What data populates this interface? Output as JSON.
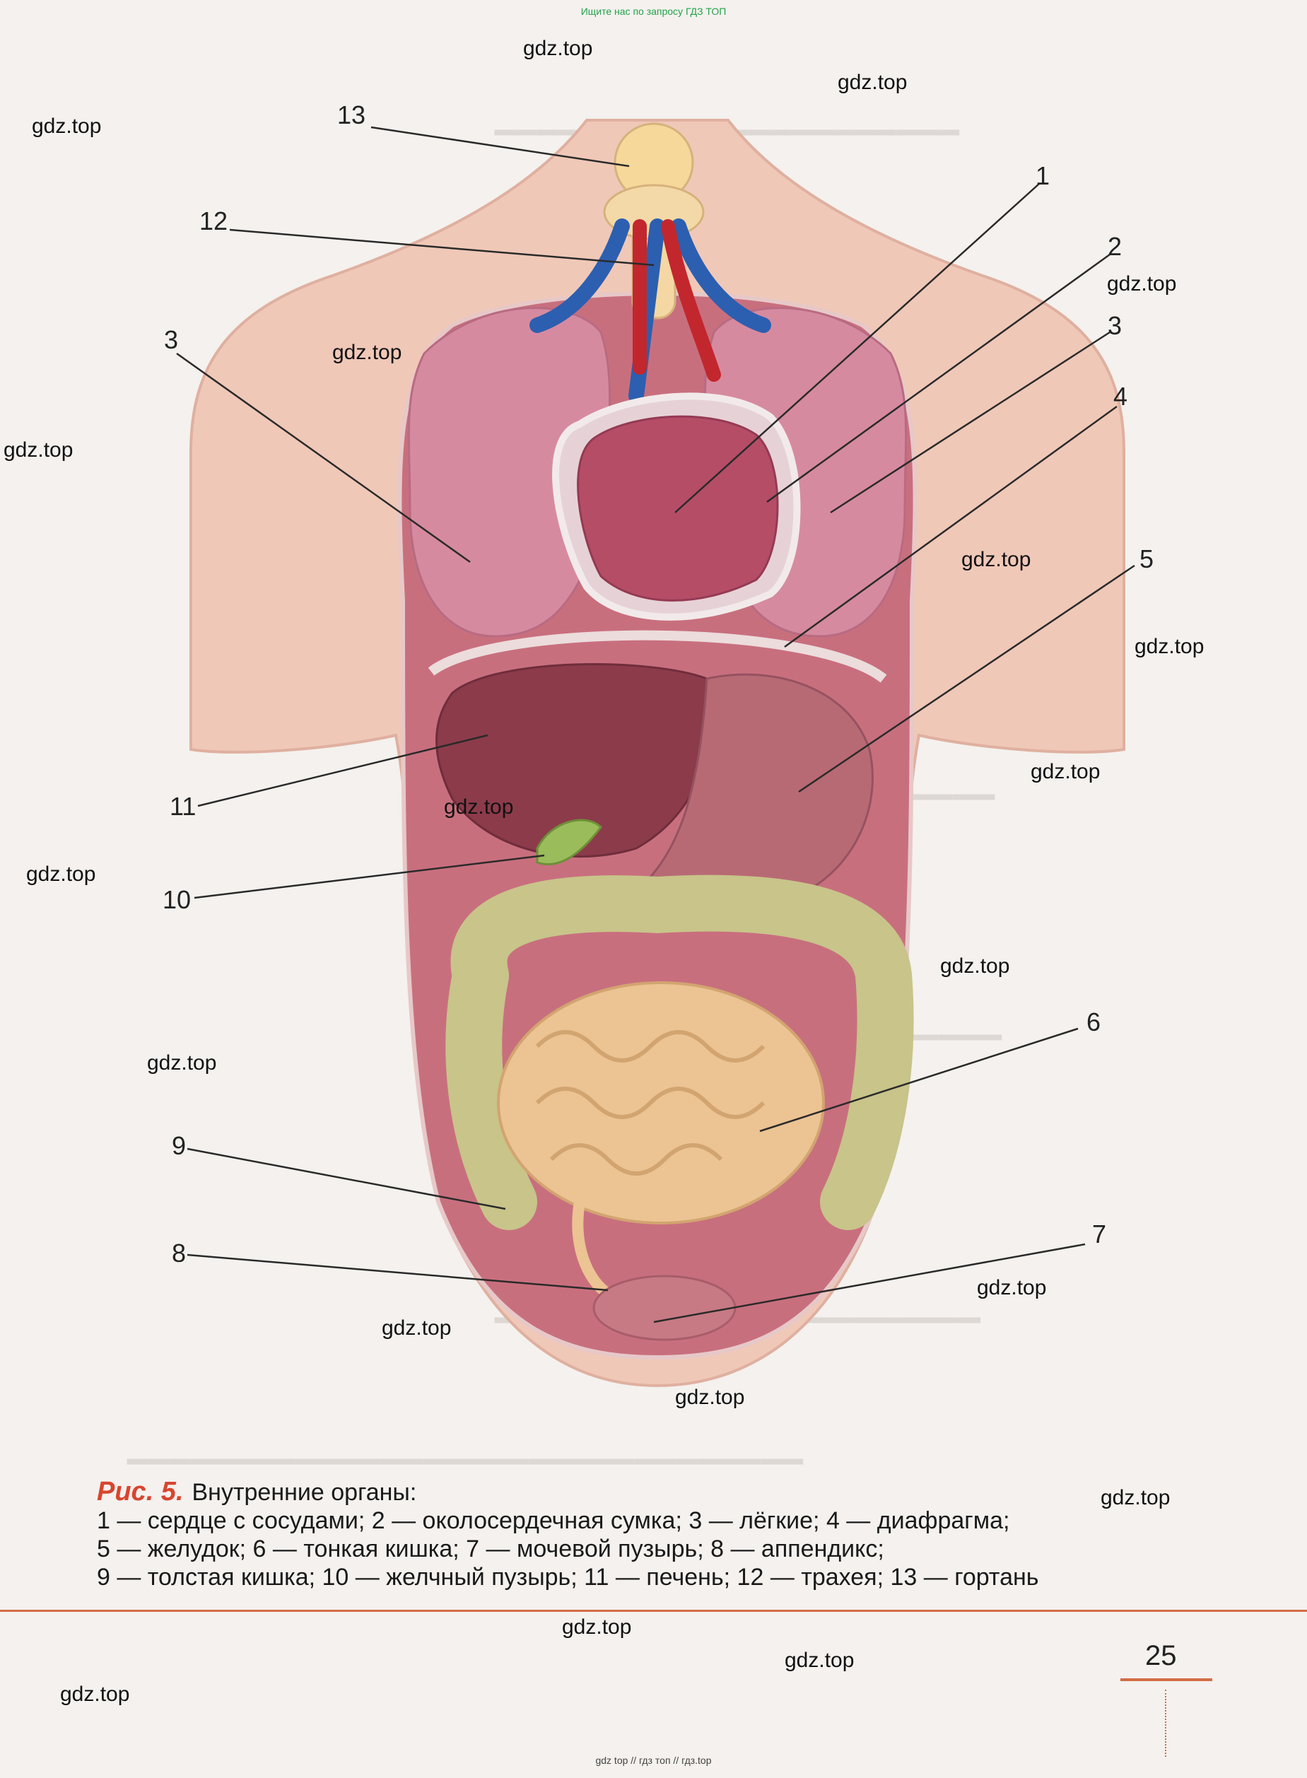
{
  "banner_top": "Ищите нас по запросу ГДЗ ТОП",
  "banner_bottom": "gdz top // гдз топ // гдз.top",
  "watermark": "gdz.top",
  "labels": [
    "1",
    "2",
    "3",
    "3",
    "4",
    "5",
    "6",
    "7",
    "8",
    "9",
    "10",
    "11",
    "12",
    "13"
  ],
  "caption": {
    "fig_label": "Рис. 5.",
    "title": "Внутренние органы:",
    "lines": [
      "1 — сердце с сосудами; 2 — околосердечная сумка; 3 — лёгкие; 4 — диафрагма;",
      "5 — желудок; 6 — тонкая кишка; 7 — мочевой пузырь; 8 — аппендикс;",
      "9 — толстая кишка; 10 — желчный пузырь; 11 — печень; 12 — трахея; 13 — гортань"
    ]
  },
  "page_number": "25",
  "colors": {
    "skin": "#f0c8b8",
    "lung": "#cf7d96",
    "heart": "#b54d67",
    "liver": "#8c3b4b",
    "stomach": "#b86a74",
    "colon": "#c8c48a",
    "intestine": "#ecc392",
    "vein": "#2c5fb0",
    "artery": "#c2272d",
    "accent": "#d8452f"
  }
}
